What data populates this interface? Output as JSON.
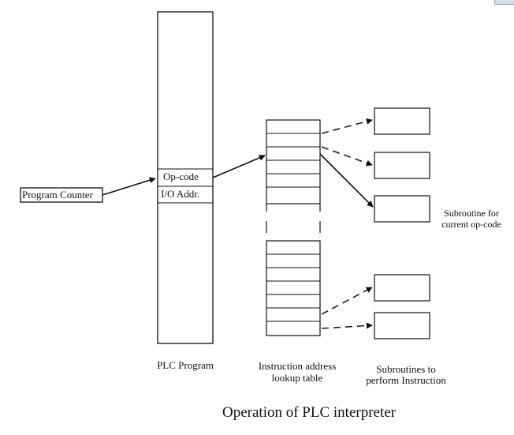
{
  "diagram": {
    "title": "Operation of PLC interpreter",
    "program_counter_label": "Program Counter",
    "plc_program": {
      "opcode_label": "Op-code",
      "io_addr_label": "I/O Addr.",
      "caption": "PLC Program"
    },
    "lookup_table": {
      "caption_line1": "Instruction address",
      "caption_line2": "lookup table"
    },
    "subroutines": {
      "current_label_line1": "Subroutine for",
      "current_label_line2": "current op-code",
      "caption_line1": "Subroutines to",
      "caption_line2": "perform Instruction"
    }
  },
  "colors": {
    "ink": "#111111",
    "background": "#ffffff"
  }
}
